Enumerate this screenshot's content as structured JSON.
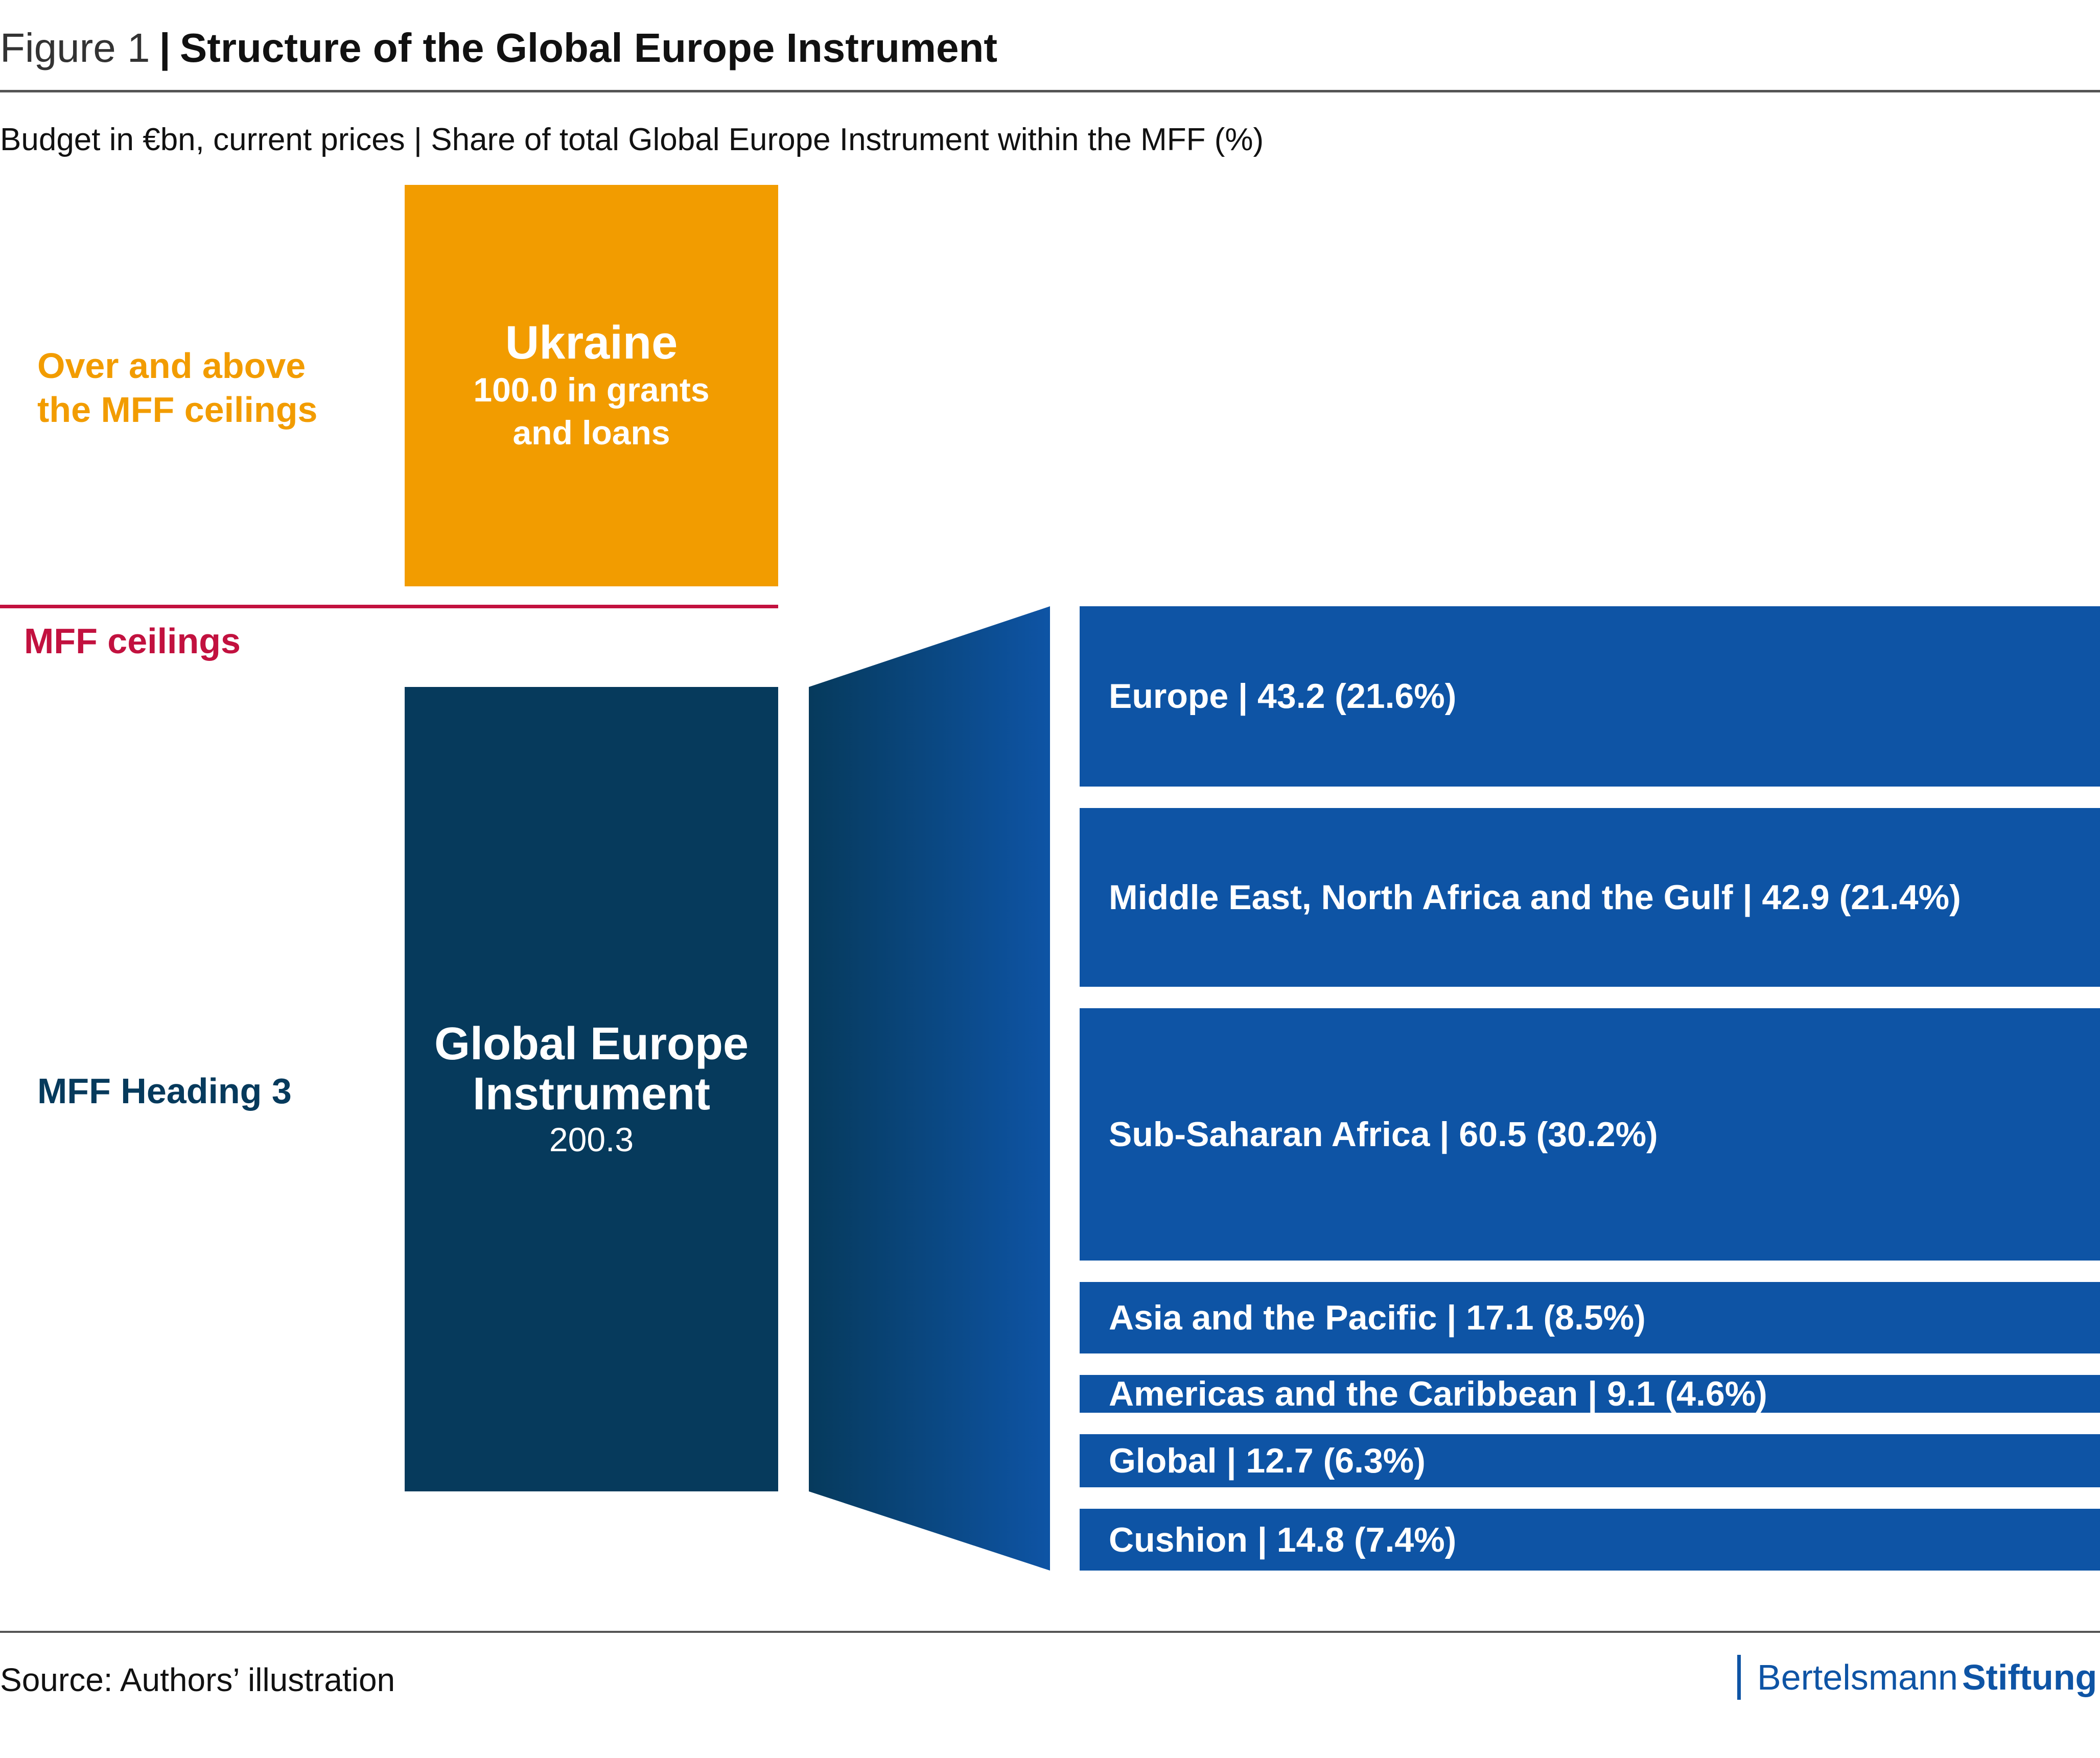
{
  "header": {
    "figure_label": "Figure 1",
    "separator": "|",
    "title": "Structure of the Global Europe Instrument",
    "subtitle": "Budget in €bn, current prices | Share of total Global Europe Instrument within the MFF (%)"
  },
  "left_labels": {
    "over_above_line1": "Over and above",
    "over_above_line2": "the MFF ceilings",
    "mff_ceilings": "MFF ceilings",
    "heading3": "MFF Heading 3"
  },
  "ukraine": {
    "title": "Ukraine",
    "detail": "100.0 in grants and loans"
  },
  "gei": {
    "title": "Global Europe Instrument",
    "value": "200.3"
  },
  "colors": {
    "orange": "#F29C00",
    "navy": "#063A5C",
    "blue": "#0E54A5",
    "red": "#C2113F"
  },
  "chart_data": {
    "type": "bar",
    "title": "Structure of the Global Europe Instrument",
    "unit": "€bn",
    "total": 200.3,
    "categories": [
      "Europe",
      "Middle East, North Africa and the Gulf",
      "Sub-Saharan Africa",
      "Asia and the Pacific",
      "Americas and the Caribbean",
      "Global",
      "Cushion"
    ],
    "values": [
      43.2,
      42.9,
      60.5,
      17.1,
      9.1,
      12.7,
      14.8
    ],
    "shares_pct": [
      21.6,
      21.4,
      30.2,
      8.5,
      4.6,
      6.3,
      7.4
    ],
    "labels": [
      "Europe  |  43.2 (21.6%)",
      "Middle East, North Africa and the Gulf  |  42.9 (21.4%)",
      "Sub-Saharan Africa  |  60.5 (30.2%)",
      "Asia and the Pacific  |  17.1 (8.5%)",
      "Americas and the Caribbean  |  9.1 (4.6%)",
      "Global  |  12.7 (6.3%)",
      "Cushion  |  14.8 (7.4%)"
    ]
  },
  "footer": {
    "source": "Source: Authors’ illustration",
    "logo_part1": "Bertelsmann",
    "logo_part2": "Stiftung"
  }
}
